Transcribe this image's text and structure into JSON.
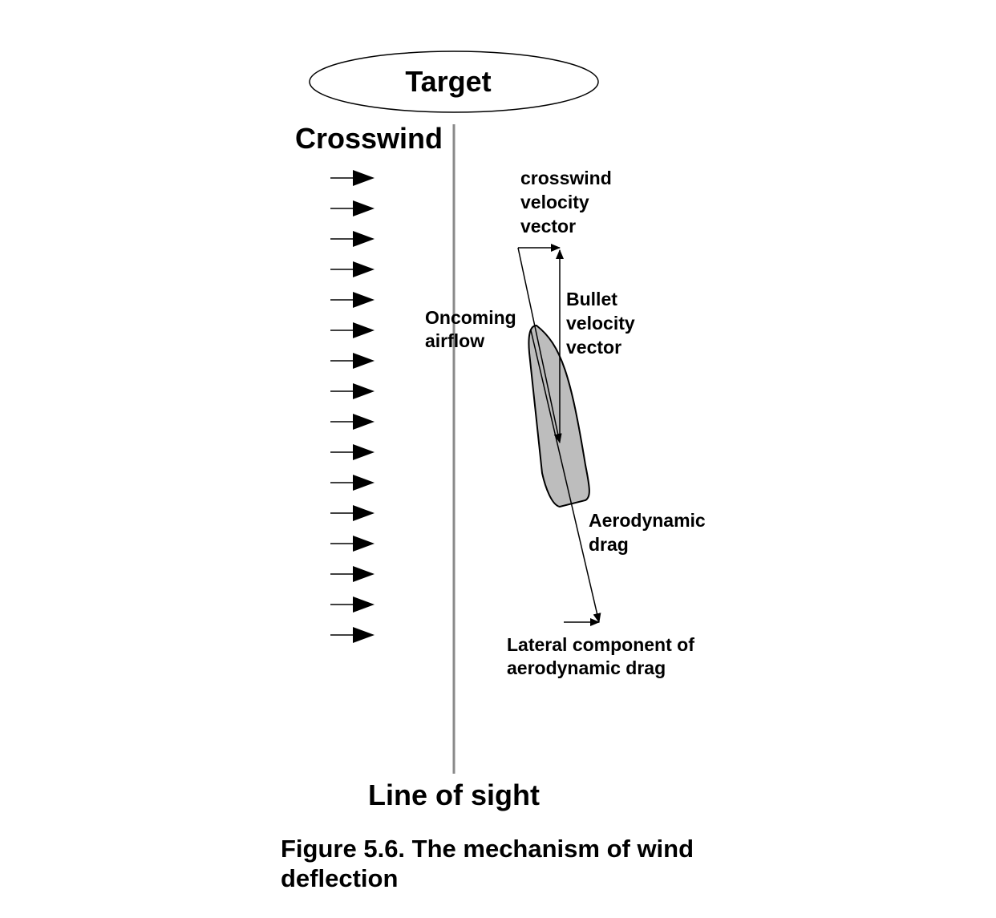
{
  "labels": {
    "target": "Target",
    "crosswind": "Crosswind",
    "line_of_sight": "Line of sight",
    "crosswind_vector": [
      "crosswind",
      "velocity",
      "vector"
    ],
    "oncoming_airflow": [
      "Oncoming",
      "airflow"
    ],
    "bullet_vector": [
      "Bullet",
      "velocity",
      "vector"
    ],
    "aerodynamic_drag": [
      "Aerodynamic",
      "drag"
    ],
    "lateral_component": [
      "Lateral component of",
      "aerodynamic drag"
    ]
  },
  "caption": "Figure 5.6. The mechanism of wind deflection",
  "colors": {
    "bullet_fill": "#bdbdbd",
    "line_of_sight": "#8a8a8a",
    "ink": "#000000"
  },
  "crosswind_arrow_count": 16
}
